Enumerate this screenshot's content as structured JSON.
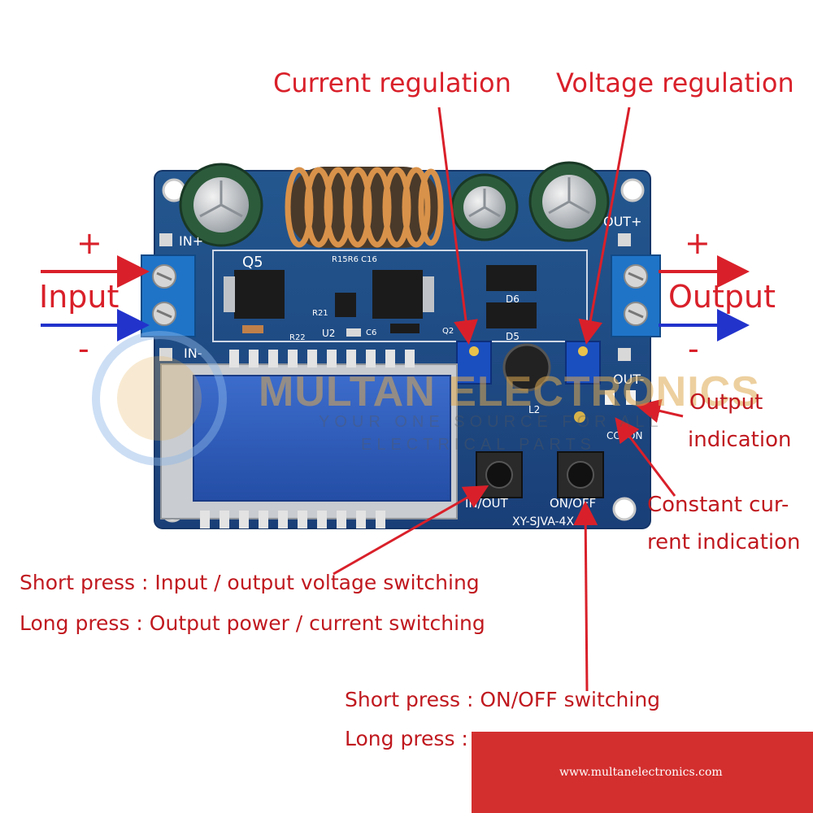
{
  "labels": {
    "current_regulation": "Current regulation",
    "voltage_regulation": "Voltage regulation",
    "input": "Input",
    "output": "Output",
    "input_plus": "+",
    "input_minus": "-",
    "output_plus": "+",
    "output_minus": "-",
    "output_indication_1": "Output",
    "output_indication_2": "indication",
    "constant_current_1": "Constant cur-",
    "constant_current_2": "rent indication",
    "in_out_short": "Short press : Input / output voltage switching",
    "in_out_long": "Long press : Output power / current switching",
    "onoff_short": "Short press : ON/OFF switching",
    "onoff_long": "Long press :"
  },
  "board": {
    "q5": "Q5",
    "in_plus": "IN+",
    "in_minus": "IN-",
    "out_plus": "OUT+",
    "out_minus": "OUT-",
    "btn_in_out": "IN/OUT",
    "btn_on_off": "ON/OFF",
    "model": "XY-SJVA-4X",
    "d6": "D6",
    "d5": "D5",
    "l2": "L2",
    "u2": "U2",
    "r21": "R21",
    "r22": "R22",
    "c6": "C6",
    "q2": "Q2",
    "r15": "R15R6 C16",
    "cc": "CC",
    "on": "ON"
  },
  "watermark": {
    "title": "MULTAN ELECTRONICS",
    "tagline_1": "YOUR ONE SOURCE FOR ALL",
    "tagline_2": "ELECTRICAL PARTS"
  },
  "footer": {
    "url": "www.multanelectronics.com"
  },
  "colors": {
    "annotation_red": "#d9202a",
    "input_minus_arrow": "#2233cc",
    "pcb_blue": "#1f4f8f",
    "terminal_blue": "#1f74c8",
    "lcd_blue": "#2e58b8",
    "footer_red": "#d32f2f"
  }
}
